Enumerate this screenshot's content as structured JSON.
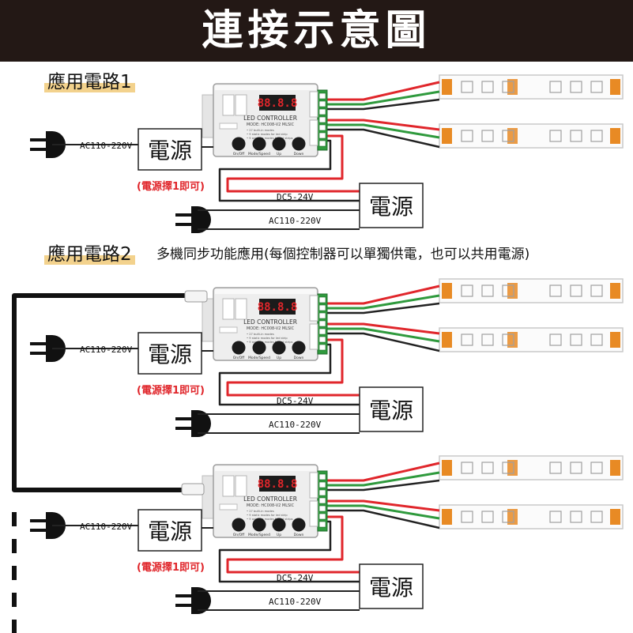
{
  "header": {
    "title": "連接示意圖"
  },
  "circuit1": {
    "label": "應用電路1"
  },
  "circuit2": {
    "label": "應用電路2",
    "note": "多機同步功能應用(每個控制器可以單獨供電，也可以共用電源)"
  },
  "common": {
    "ac_label": "AC110-220V",
    "dc_label": "DC5-24V",
    "power_label": "電源",
    "choose_power_note": "(電源擇1即可)",
    "plus_sign": "+",
    "minus_sign": "-"
  },
  "controller": {
    "display": "88.8.8",
    "title": "LED  CONTROLLER",
    "model": "MODE: HC008-V2 MLSIC",
    "features": [
      "• 27 built-in modes",
      "• 9 static modes for led strip",
      "• 9 animate modes for led strips"
    ],
    "buttons": [
      "On/Off",
      "Mode/Speed",
      "Up",
      "Down"
    ]
  },
  "colors": {
    "banner": "#231815",
    "highlight": "#f3d28d",
    "wire_red": "#e0262b",
    "wire_green": "#2f9a3d",
    "wire_black": "#222222",
    "note_red": "#e0262b",
    "led": "#e88a24"
  }
}
